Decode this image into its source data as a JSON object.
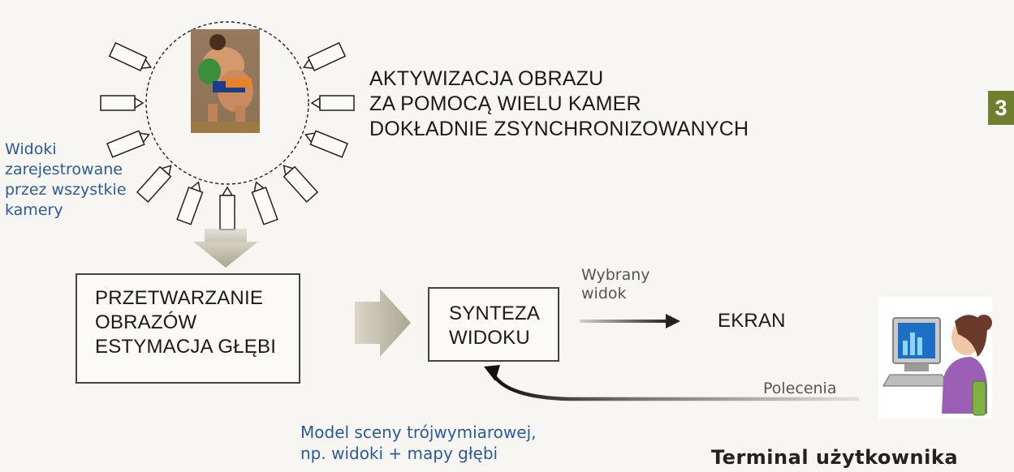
{
  "heading": {
    "lines": [
      "AKTYWIZACJA OBRAZU",
      "ZA POMOCĄ WIELU KAMER",
      "DOKŁADNIE ZSYNCHRONIZOWANYCH"
    ]
  },
  "views_note": {
    "lines": [
      "Widoki",
      "zarejestrowane",
      "przez wszystkie",
      "kamery"
    ]
  },
  "processing_box": {
    "lines": [
      "PRZETWARZANIE",
      "OBRAZÓW",
      "ESTYMACJA GŁĘBI"
    ]
  },
  "synthesis_box": {
    "lines": [
      "SYNTEZA",
      "WIDOKU"
    ]
  },
  "selected_view": {
    "lines": [
      "Wybrany",
      "widok"
    ]
  },
  "screen_label": "EKRAN",
  "commands_label": "Polecenia",
  "model_note": {
    "lines": [
      "Model sceny trójwymiarowej,",
      "np. widoki + mapy głębi"
    ]
  },
  "terminal_title": "Terminal użytkownika",
  "chapter_number": "3",
  "colors": {
    "note_blue": "#2d5b9a",
    "chapter_green": "#6f7f2f",
    "arrow_gray": "#b3b09f",
    "curve_arrow": "#1e1e1e"
  },
  "icons": [
    "camera-icon",
    "wrestlers-photo",
    "user-at-computer-icon",
    "down-arrow-icon",
    "right-arrow-icon"
  ]
}
